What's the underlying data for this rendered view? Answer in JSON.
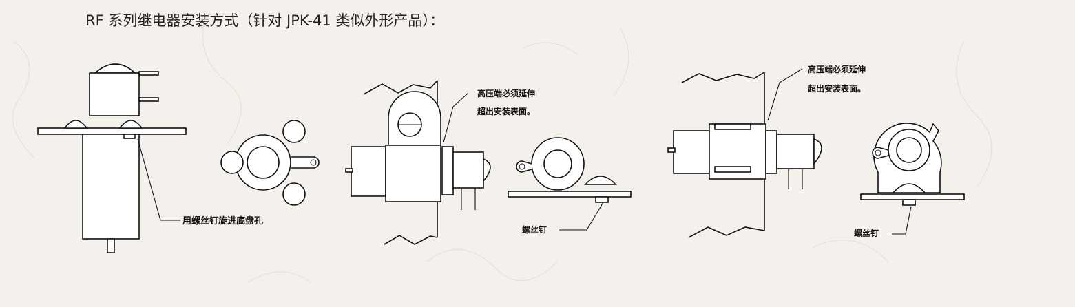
{
  "title": "RF 系列继电器安装方式（针对 JPK-41 类似外形产品）：",
  "labels": {
    "screw_into_base": "用螺丝钉旋进底盘孔",
    "hv_line1": "高压端必须延伸",
    "hv_line2": "超出安装表面。",
    "screw": "螺丝钉"
  }
}
